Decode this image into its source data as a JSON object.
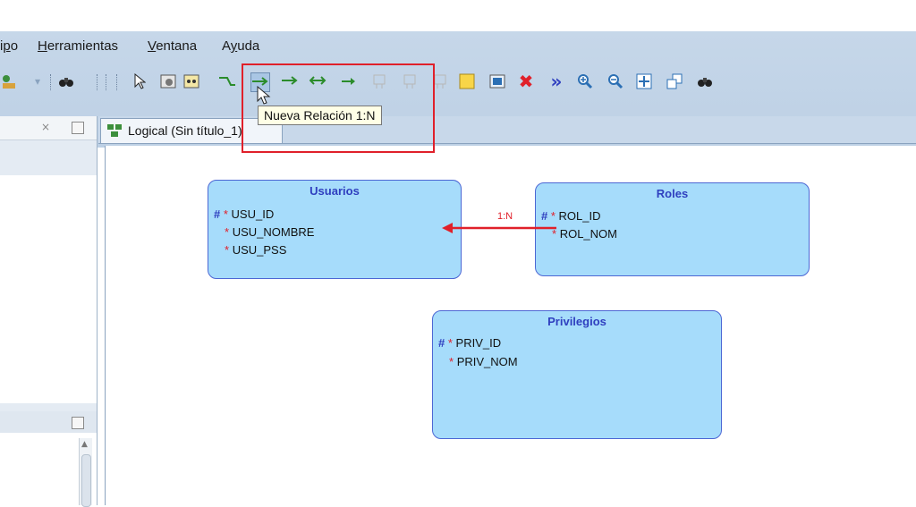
{
  "menu": [
    "ipo",
    "Herramientas",
    "Ventana",
    "Ayuda"
  ],
  "menu_underline": [
    "p",
    "H",
    "V",
    "y"
  ],
  "toolbar": {
    "icons": [
      "people-icon",
      "sql-icon",
      "dropdown-arrow-icon",
      "binoculars-icon",
      "pointer-icon",
      "entity-icon",
      "view-icon",
      "relation-1-1-icon",
      "relation-1-n-icon",
      "relation-1-n-identifying-icon",
      "relation-m-n-icon",
      "inheritance-icon",
      "note-icon",
      "picture-icon",
      "delete-icon",
      "forward-icon",
      "zoom-in-icon",
      "zoom-out-icon",
      "fit-icon",
      "layout-icon",
      "find-icon"
    ]
  },
  "tooltip": "Nueva Relación 1:N",
  "tab": {
    "label": "Logical (Sin título_1)"
  },
  "entities": {
    "usuarios": {
      "title": "Usuarios",
      "attrs": [
        "USU_ID",
        "USU_NOMBRE",
        "USU_PSS"
      ]
    },
    "roles": {
      "title": "Roles",
      "attrs": [
        "ROL_ID",
        "ROL_NOM"
      ]
    },
    "privilegios": {
      "title": "Privilegios",
      "attrs": [
        "PRIV_ID",
        "PRIV_NOM"
      ]
    }
  },
  "relation": {
    "label": "1:N",
    "color": "#e0202a"
  },
  "colors": {
    "entity_fill": "#a6dcfb",
    "entity_border": "#4c67d4",
    "highlight": "#e0202a"
  }
}
